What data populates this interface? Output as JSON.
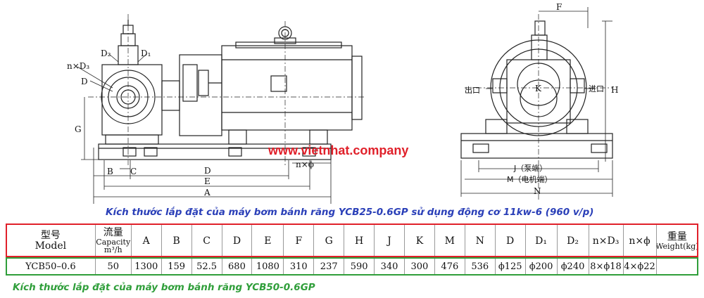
{
  "drawing": {
    "front_view_labels": {
      "d2": "D₂",
      "d1": "D₁",
      "nxd3": "n×D₃",
      "d": "D",
      "g": "G",
      "b": "B",
      "c": "C",
      "dim_d": "D",
      "dim_e": "E",
      "dim_a": "A",
      "nxphi": "n×ϕ"
    },
    "side_view_labels": {
      "f": "F",
      "k": "K",
      "h": "H",
      "outlet": "出口",
      "inlet": "进口",
      "j": "J（泵端）",
      "m": "M（电机端）",
      "n": "N"
    },
    "watermark": "www.vietnhat.company"
  },
  "captions": {
    "top": "Kích thước lắp đặt của máy bơm bánh răng YCB25-0.6GP sử dụng động cơ 11kw-6 (960 v/p)",
    "bottom": "Kích thước lắp đặt của máy bơm bánh răng YCB50-0.6GP"
  },
  "table": {
    "header": {
      "model_cn": "型号",
      "model_en": "Model",
      "capacity_cn": "流量",
      "capacity_en": "Capacity",
      "capacity_unit": "m³/h",
      "cols": [
        "A",
        "B",
        "C",
        "D",
        "E",
        "F",
        "G",
        "H",
        "J",
        "K",
        "M",
        "N",
        "D",
        "D₁",
        "D₂",
        "n×D₃",
        "n×ϕ"
      ],
      "weight_cn": "重量",
      "weight_en": "Weight(kg)"
    },
    "row": {
      "model": "YCB50–0.6",
      "capacity": "50",
      "values": [
        "1300",
        "159",
        "52.5",
        "680",
        "1080",
        "310",
        "237",
        "590",
        "340",
        "300",
        "476",
        "536",
        "ϕ125",
        "ϕ200",
        "ϕ240",
        "8×ϕ18",
        "4×ϕ22"
      ],
      "weight": ""
    }
  }
}
